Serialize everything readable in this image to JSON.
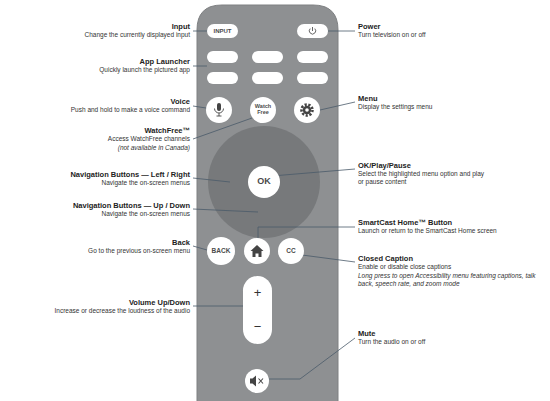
{
  "diagram": {
    "nodes": [
      {
        "text": [
          "INPUT"
        ]
      },
      {
        "text": [
          "Watch Free"
        ]
      },
      {
        "text": [
          "OK"
        ]
      },
      {
        "text": [
          "BACK"
        ]
      },
      {
        "text": [
          "CC"
        ]
      },
      {
        "text": [
          "+",
          "−"
        ]
      }
    ],
    "labels": [
      "Input",
      "Change the currently displayed input",
      "App Launcher",
      "Quickly launch the pictured app",
      "Voice",
      "Push and hold to make a voice command",
      "WatchFree™",
      "Access WatchFree channels",
      "(not available in Canada)",
      "Navigation Buttons — Left / Right",
      "Navigate the on-screen menus",
      "Navigation Buttons — Up / Down",
      "Navigate the on-screen menus",
      "Back",
      "Go to the previous on-screen menu",
      "Volume Up/Down",
      "Increase or decrease the loudness of the audio",
      "Power",
      "Turn television on or off",
      "Menu",
      "Display the settings menu",
      "OK/Play/Pause",
      "Select the highlighted menu option and play or pause content",
      "SmartCast Home™ Button",
      "Launch or return to the SmartCast Home screen",
      "Closed Caption",
      "Enable or disable close captions",
      "Long press to open Accessibility menu featuring captions, talk back, speech rate, and zoom mode",
      "Mute",
      "Turn the audio on or off"
    ]
  }
}
